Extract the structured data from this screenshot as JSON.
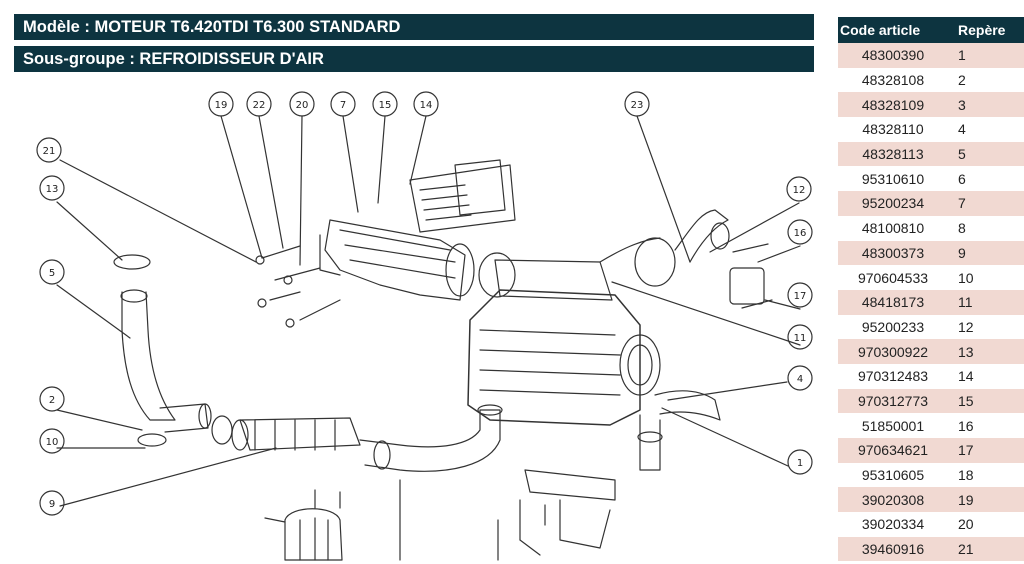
{
  "header": {
    "model": "Modèle : MOTEUR T6.420TDI T6.300 STANDARD",
    "subgroup": "Sous-groupe : REFROIDISSEUR D'AIR"
  },
  "table": {
    "columns": [
      "Code article",
      "Repère"
    ],
    "rows": [
      [
        "48300390",
        "1"
      ],
      [
        "48328108",
        "2"
      ],
      [
        "48328109",
        "3"
      ],
      [
        "48328110",
        "4"
      ],
      [
        "48328113",
        "5"
      ],
      [
        "95310610",
        "6"
      ],
      [
        "95200234",
        "7"
      ],
      [
        "48100810",
        "8"
      ],
      [
        "48300373",
        "9"
      ],
      [
        "970604533",
        "10"
      ],
      [
        "48418173",
        "11"
      ],
      [
        "95200233",
        "12"
      ],
      [
        "970300922",
        "13"
      ],
      [
        "970312483",
        "14"
      ],
      [
        "970312773",
        "15"
      ],
      [
        "51850001",
        "16"
      ],
      [
        "970634621",
        "17"
      ],
      [
        "95310605",
        "18"
      ],
      [
        "39020308",
        "19"
      ],
      [
        "39020334",
        "20"
      ],
      [
        "39460916",
        "21"
      ]
    ],
    "row_colors": {
      "odd": "#f1d9d2",
      "even": "#ffffff",
      "header": "#0d3440"
    }
  },
  "diagram": {
    "callouts": [
      "19",
      "22",
      "20",
      "7",
      "15",
      "14",
      "23",
      "21",
      "13",
      "5",
      "12",
      "16",
      "17",
      "11",
      "4",
      "1",
      "2",
      "10",
      "9"
    ]
  }
}
